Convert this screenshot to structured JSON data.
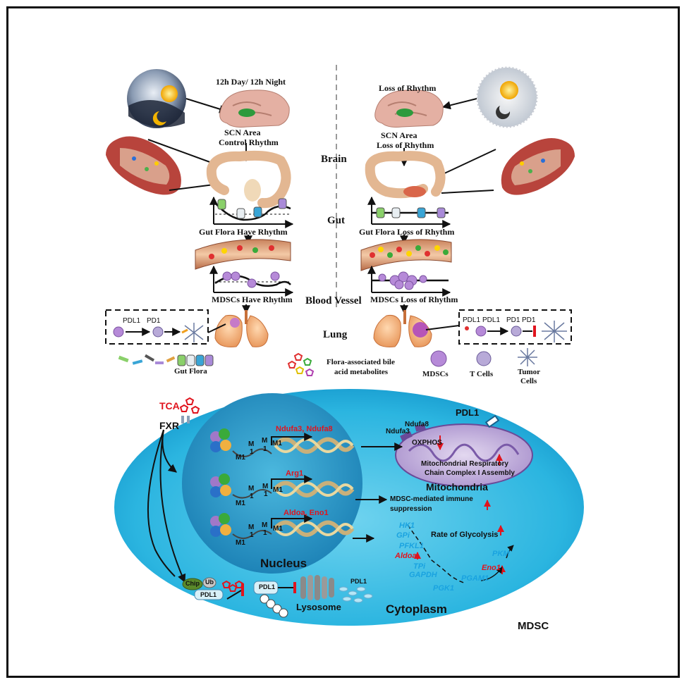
{
  "top": {
    "left_title": "12h Day/ 12h Night",
    "right_title": "Loss of Rhythm",
    "left_scn": [
      "SCN Area",
      "Control Rhythm"
    ],
    "right_scn": [
      "SCN Area",
      "Loss of Rhythm"
    ],
    "left_gut": "Gut Flora Have Rhythm",
    "right_gut": "Gut Flora Loss of Rhythm",
    "left_mdsc": "MDSCs Have Rhythm",
    "right_mdsc": "MDSCs Loss of Rhythm",
    "organs": {
      "brain": "Brain",
      "gut": "Gut",
      "vessel": "Blood Vessel",
      "lung": "Lung"
    },
    "left_box": {
      "pdl1": "PDL1",
      "pd1": "PD1"
    },
    "right_box": {
      "pdl1_a": "PDL1",
      "pdl1_b": "PDL1",
      "pd1_a": "PD1",
      "pd1_b": "PD1"
    }
  },
  "legend": {
    "gut_flora": "Gut Flora",
    "bile": [
      "Flora-associated bile",
      "acid metabolites"
    ],
    "mdscs": "MDSCs",
    "tcells": "T Cells",
    "tumor": [
      "Tumor",
      "Cells"
    ]
  },
  "bottom": {
    "tca": "TCA",
    "fxr": "FXR",
    "pdl1_top": "PDL1",
    "genes": {
      "g1": "Ndufa3, Ndufa8",
      "g2": "Arg1",
      "g3": "Aldoa, Eno1"
    },
    "methyl": {
      "m": "M",
      "one": "1",
      "m1": "M1"
    },
    "mito": {
      "ndufa8": "Ndufa8",
      "ndufa3": "Ndufa3",
      "oxphos": "OXPHOS",
      "complex": [
        "Mitochondrial Respiratory",
        "Chain Complex I Assembly"
      ],
      "label": "Mitochondria"
    },
    "immune": [
      "MDSC-mediated immune",
      "suppression"
    ],
    "glycolysis_rate": "Rate of Glycolysis",
    "enzymes": {
      "hk1": "HK1",
      "gpi": "GPi",
      "pfkl1": "PFKL1",
      "aldoa": "Aldoa",
      "tpi": "TPi",
      "gapdh": "GAPDH",
      "pgk1": "PGK1",
      "pgam1": "PGAM1",
      "eno1": "Eno1",
      "pkm": "PKM"
    },
    "nucleus": "Nucleus",
    "chip": "Chip",
    "ub": "Ub",
    "pdl1_chip": "PDL1",
    "pdl1_mid": "PDL1",
    "pdl1_free": "PDL1",
    "lysosome": "Lysosome",
    "cytoplasm": "Cytoplasm",
    "mdsc": "MDSC"
  },
  "colors": {
    "cell_fill": "#2bb5e0",
    "nucleus_fill": "#2a9ccc",
    "mito_fill": "#c8b8df",
    "red": "#e0141e",
    "enzyme_blue": "#1aa3e0"
  }
}
